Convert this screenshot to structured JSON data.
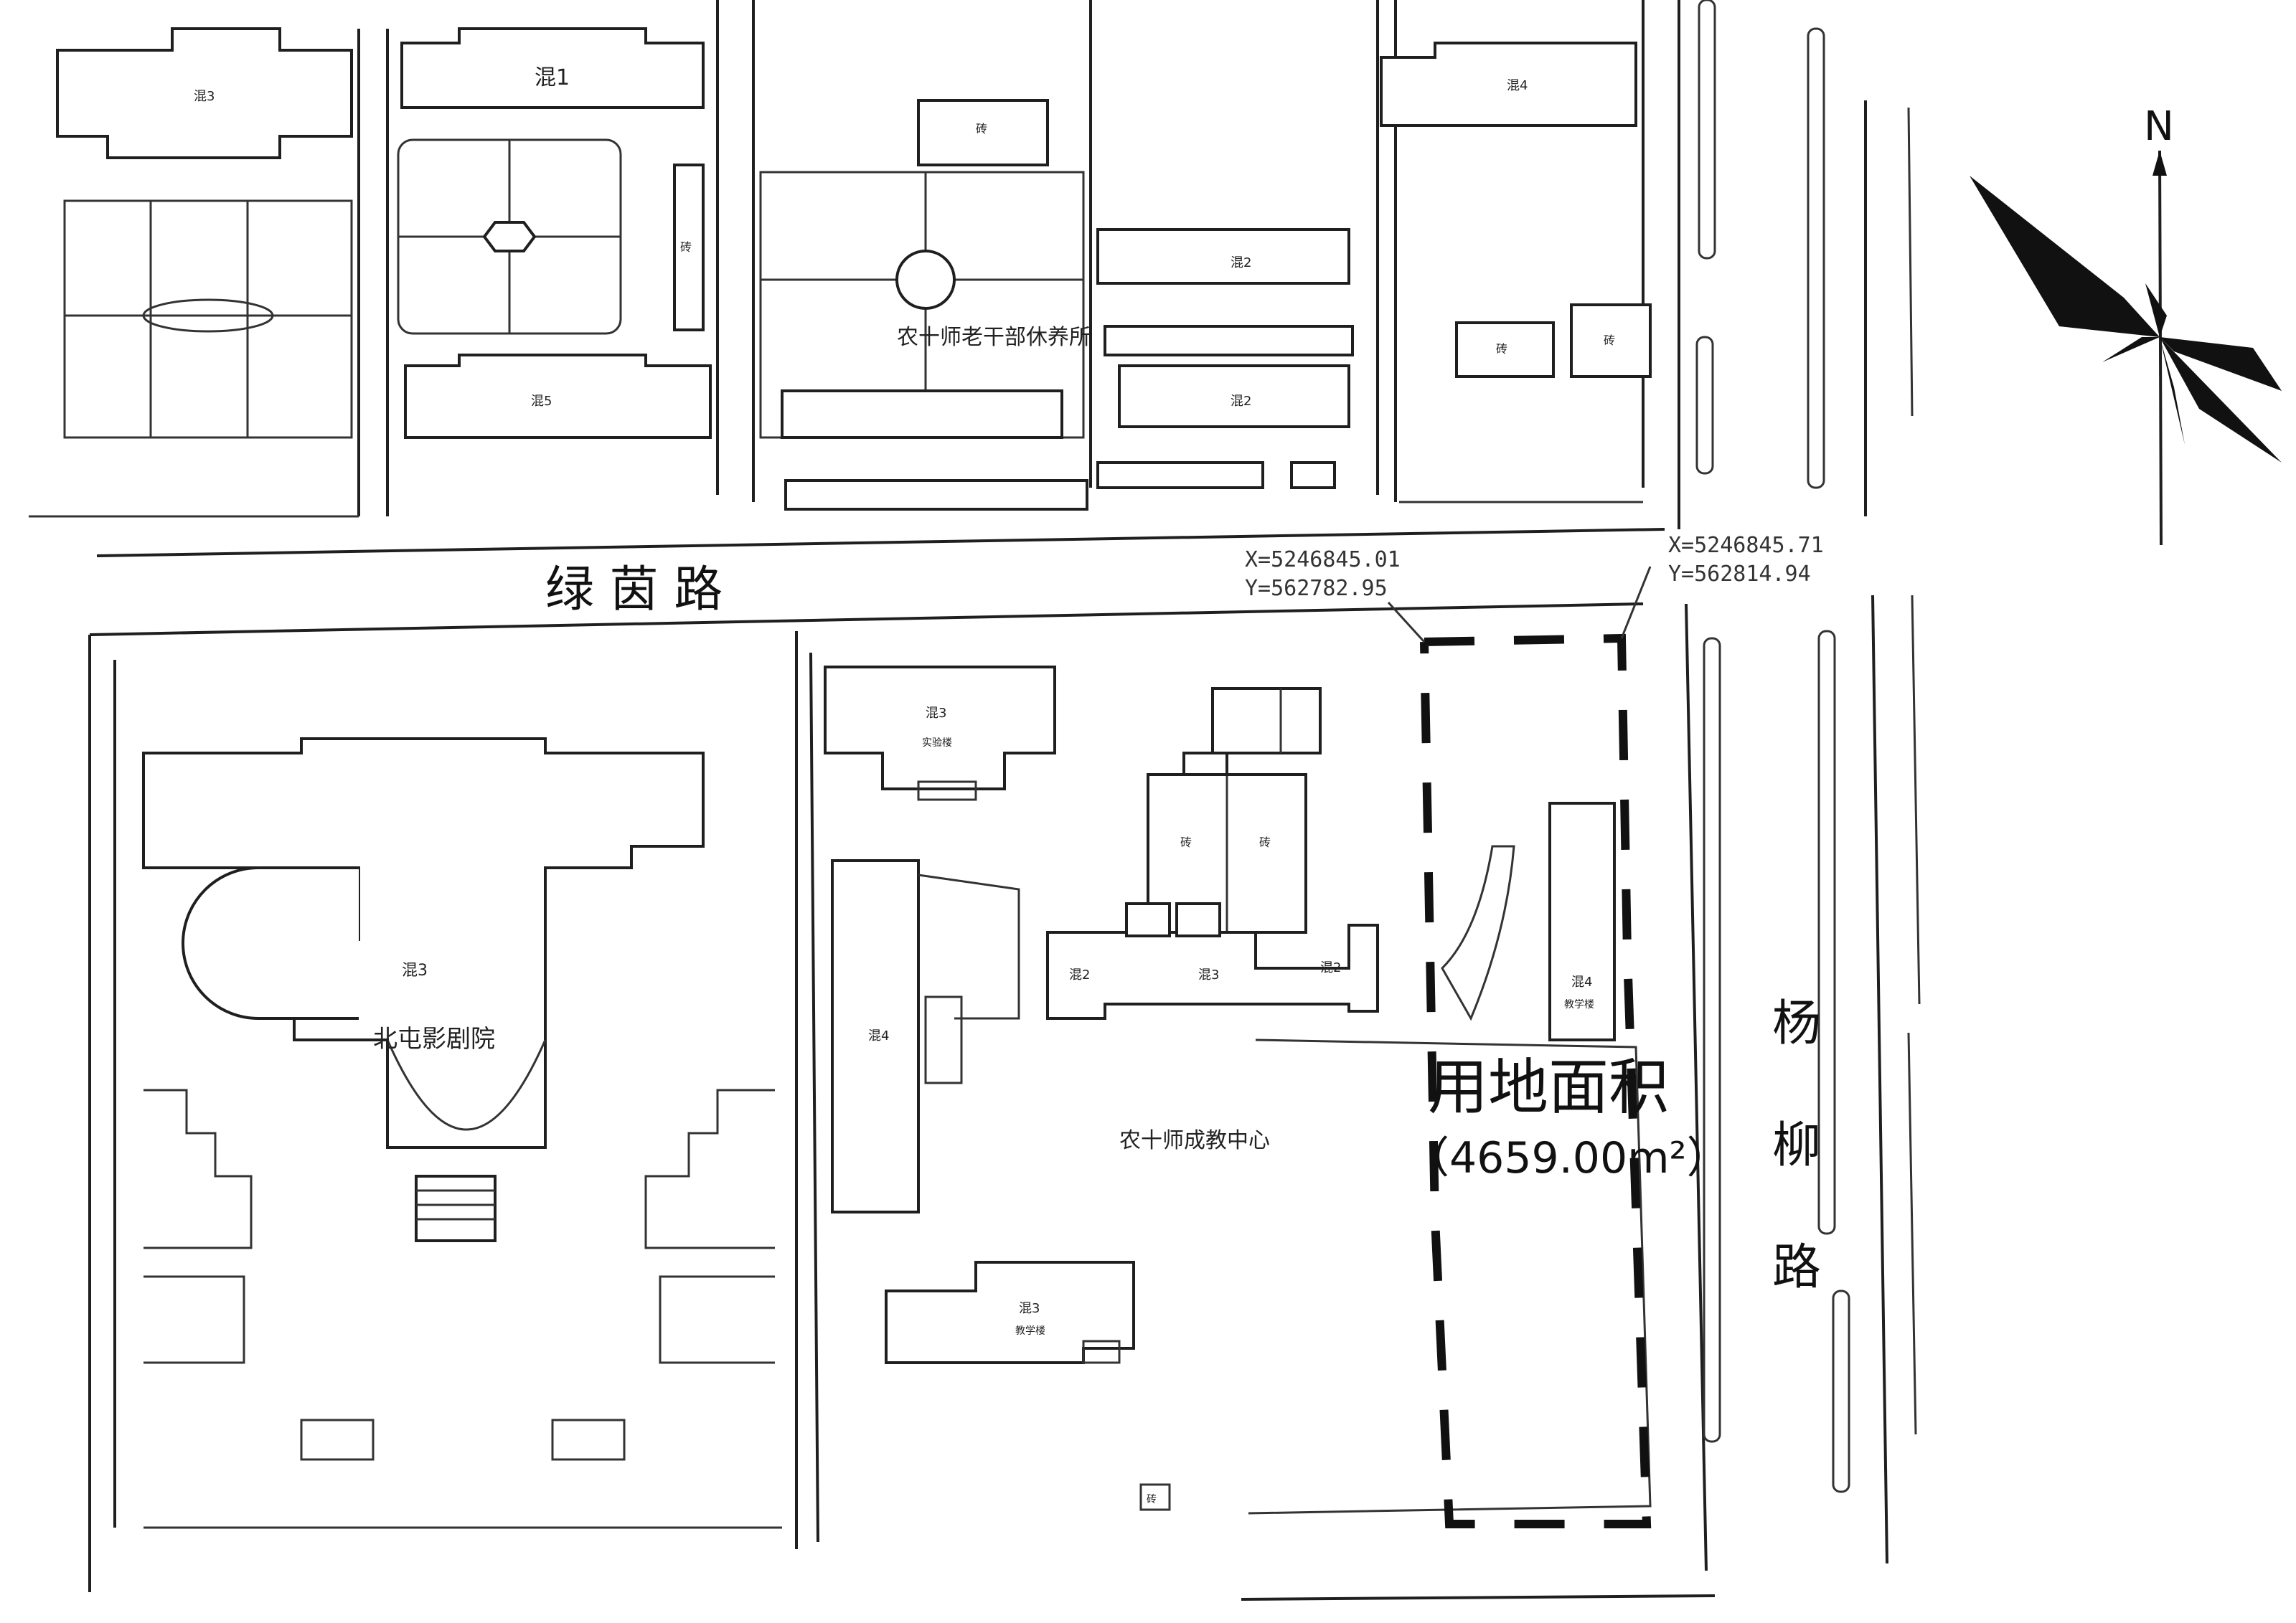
{
  "roads": {
    "lvyin": "绿 茵 路",
    "yangliu": [
      "杨",
      "柳",
      "路"
    ]
  },
  "site": {
    "title": "用地面积",
    "area": "（4659.00m²）"
  },
  "coordinates": {
    "point_a": {
      "x": "X=5246845.01",
      "y": "Y=562782.95"
    },
    "point_b": {
      "x": "X=5246845.71",
      "y": "Y=562814.94"
    }
  },
  "compass": {
    "north": "N"
  },
  "places": {
    "theater_floors": "混3",
    "theater_name": "北屯影剧院",
    "cadre_home": "农十师老干部休养所",
    "adult_edu": "农十师成教中心"
  },
  "building_labels": {
    "b_top_left": "混3",
    "b_hun1": "混1",
    "b_hun5": "混5",
    "b_fire": "砖",
    "b_top_center": "砖",
    "b_cadre_row": "混2",
    "b_cadre_row2": "混2",
    "b_top_right": "混4",
    "b_brick_small_1": "砖",
    "b_brick_small_2": "砖",
    "b_lower_north": "混3",
    "b_lower_north_sub": "实验楼",
    "b_mid_brick": "砖",
    "b_mid_brick2": "砖",
    "b_center": "混3",
    "b_left_wing": "混2",
    "b_right_wing": "混2",
    "b_west_long": "混4",
    "b_site_building": "混4",
    "b_site_building_sub": "教学楼",
    "b_south": "混3",
    "b_south_sub": "教学楼",
    "b_tiny_south": "砖"
  },
  "colors": {
    "line": "#1f1f1f",
    "background": "#ffffff"
  }
}
